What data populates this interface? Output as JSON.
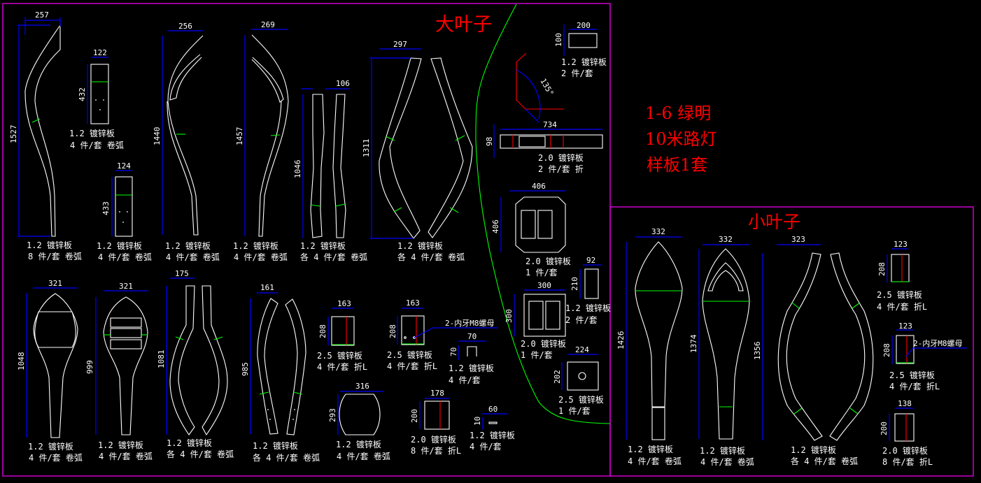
{
  "drawing": {
    "colors": {
      "background": "#000000",
      "outline": "#ffffff",
      "dimension": "#0000ff",
      "bend": "#00ff00",
      "fold": "#ff0000",
      "frame": "#ff00ff",
      "title": "#ff0000"
    },
    "big_leaf": {
      "title": "大叶子",
      "parts": [
        {
          "id": "p1",
          "dims": [
            "257",
            "1527"
          ],
          "material": "1.2 镀锌板",
          "qty": "8 件/套 卷弧"
        },
        {
          "id": "p2",
          "dims": [
            "122",
            "432"
          ],
          "material": "1.2 镀锌板",
          "qty": "4 件/套 卷弧"
        },
        {
          "id": "p3",
          "dims": [
            "124",
            "433"
          ],
          "material": "1.2 镀锌板",
          "qty": "4 件/套 卷弧"
        },
        {
          "id": "p4",
          "dims": [
            "256",
            "1440"
          ],
          "material": "1.2 镀锌板",
          "qty": "4 件/套 卷弧"
        },
        {
          "id": "p5",
          "dims": [
            "269",
            "1457"
          ],
          "material": "1.2 镀锌板",
          "qty": "4 件/套 卷弧"
        },
        {
          "id": "p6",
          "dims": [
            "106",
            "1046"
          ],
          "material": "1.2 镀锌板",
          "qty": "各 4 件/套 卷弧"
        },
        {
          "id": "p7",
          "dims": [
            "297",
            "1311"
          ],
          "material": "1.2 镀锌板",
          "qty": "各 4 件/套 卷弧"
        },
        {
          "id": "p8",
          "dims": [
            "200",
            "100"
          ],
          "material": "1.2 镀锌板",
          "qty": "2 件/套"
        },
        {
          "id": "p9",
          "dims": [
            "135°"
          ],
          "material": "",
          "qty": ""
        },
        {
          "id": "p10",
          "dims": [
            "734",
            "98"
          ],
          "material": "2.0 镀锌板",
          "qty": "2 件/套 折"
        },
        {
          "id": "p11",
          "dims": [
            "406",
            "406"
          ],
          "material": "2.0 镀锌板",
          "qty": "1 件/套"
        },
        {
          "id": "p12",
          "dims": [
            "92",
            "210"
          ],
          "material": "1.2 镀锌板",
          "qty": "2 件/套"
        },
        {
          "id": "p13",
          "dims": [
            "300",
            "300"
          ],
          "material": "2.0 镀锌板",
          "qty": "1 件/套"
        },
        {
          "id": "p14",
          "dims": [
            "224",
            "202"
          ],
          "material": "2.5 镀锌板",
          "qty": "1 件/套"
        },
        {
          "id": "p15",
          "dims": [
            "321",
            "1048"
          ],
          "material": "1.2 镀锌板",
          "qty": "4 件/套 卷弧"
        },
        {
          "id": "p16",
          "dims": [
            "321",
            "999"
          ],
          "material": "1.2 镀锌板",
          "qty": "4 件/套 卷弧"
        },
        {
          "id": "p17",
          "dims": [
            "175",
            "1081"
          ],
          "material": "1.2 镀锌板",
          "qty": "各 4 件/套 卷弧"
        },
        {
          "id": "p18",
          "dims": [
            "161",
            "985"
          ],
          "material": "1.2 镀锌板",
          "qty": "各 4 件/套 卷弧"
        },
        {
          "id": "p19",
          "dims": [
            "163",
            "208"
          ],
          "material": "2.5 镀锌板",
          "qty": "4 件/套 折L"
        },
        {
          "id": "p20",
          "dims": [
            "163",
            "208"
          ],
          "material": "2.5 镀锌板",
          "qty": "4 件/套 折L"
        },
        {
          "id": "p21",
          "dims": [
            "70",
            "70"
          ],
          "material": "1.2 镀锌板",
          "qty": "4 件/套"
        },
        {
          "id": "p22",
          "dims": [
            "316",
            "293"
          ],
          "material": "1.2 镀锌板",
          "qty": "4 件/套 卷弧"
        },
        {
          "id": "p23",
          "dims": [
            "178",
            "200"
          ],
          "material": "2.0 镀锌板",
          "qty": "8 件/套 折L"
        },
        {
          "id": "p24",
          "dims": [
            "60",
            "10"
          ],
          "material": "1.2 镀锌板",
          "qty": "4 件/套"
        }
      ],
      "callout": "2-内牙M8螺母"
    },
    "note": {
      "line1": "1-6  绿明",
      "line2": "10米路灯",
      "line3": "样板1套"
    },
    "small_leaf": {
      "title": "小叶子",
      "parts": [
        {
          "id": "s1",
          "dims": [
            "332",
            "1426"
          ],
          "material": "1.2 镀锌板",
          "qty": "4 件/套 卷弧"
        },
        {
          "id": "s2",
          "dims": [
            "332",
            "1374"
          ],
          "material": "1.2 镀锌板",
          "qty": "4 件/套 卷弧"
        },
        {
          "id": "s3",
          "dims": [
            "323",
            "1356"
          ],
          "material": "1.2 镀锌板",
          "qty": "各 4 件/套 卷弧"
        },
        {
          "id": "s4",
          "dims": [
            "123",
            "208"
          ],
          "material": "2.5 镀锌板",
          "qty": "4 件/套 折L"
        },
        {
          "id": "s5",
          "dims": [
            "123",
            "208"
          ],
          "material": "2.5 镀锌板",
          "qty": "4 件/套 折L"
        },
        {
          "id": "s6",
          "dims": [
            "138",
            "200"
          ],
          "material": "2.0 镀锌板",
          "qty": "8 件/套 折L"
        }
      ],
      "callout": "2-内牙M8螺母"
    }
  }
}
